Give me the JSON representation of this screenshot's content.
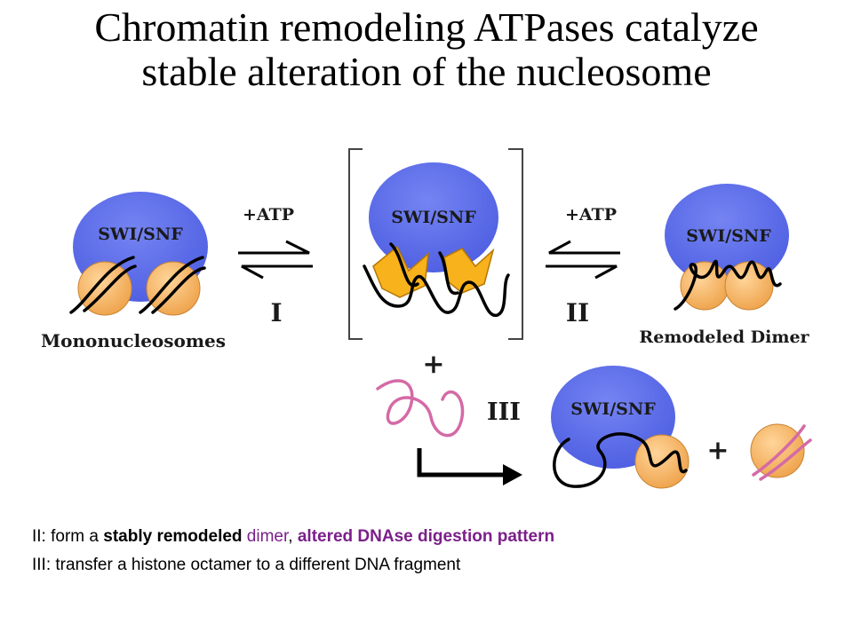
{
  "title": "Chromatin remodeling ATPases catalyze stable alteration of the nucleosome",
  "diagram": {
    "complex_label": "SWI/SNF",
    "atp_label": "+ATP",
    "step_labels": [
      "I",
      "II",
      "III"
    ],
    "plus_sign": "+",
    "mononucleosomes_label": "Mononucleosomes",
    "remodeled_dimer_label": "Remodeled Dimer"
  },
  "captions": {
    "line1": {
      "prefix": "II: form a ",
      "bold": "stably remodeled",
      "purple1": " dimer",
      "comma": ", ",
      "purple2": "altered DNAse digestion pattern"
    },
    "line2": "III: transfer a histone octamer to a different DNA fragment"
  },
  "colors": {
    "swi_snf_blue": "#5a6bea",
    "nucleosome_orange": "#f5b560",
    "octamer_yellow": "#f7b21c",
    "dna_black": "#000000",
    "dna_pink": "#d46aa6",
    "caption_purple": "#7b1f8a"
  }
}
